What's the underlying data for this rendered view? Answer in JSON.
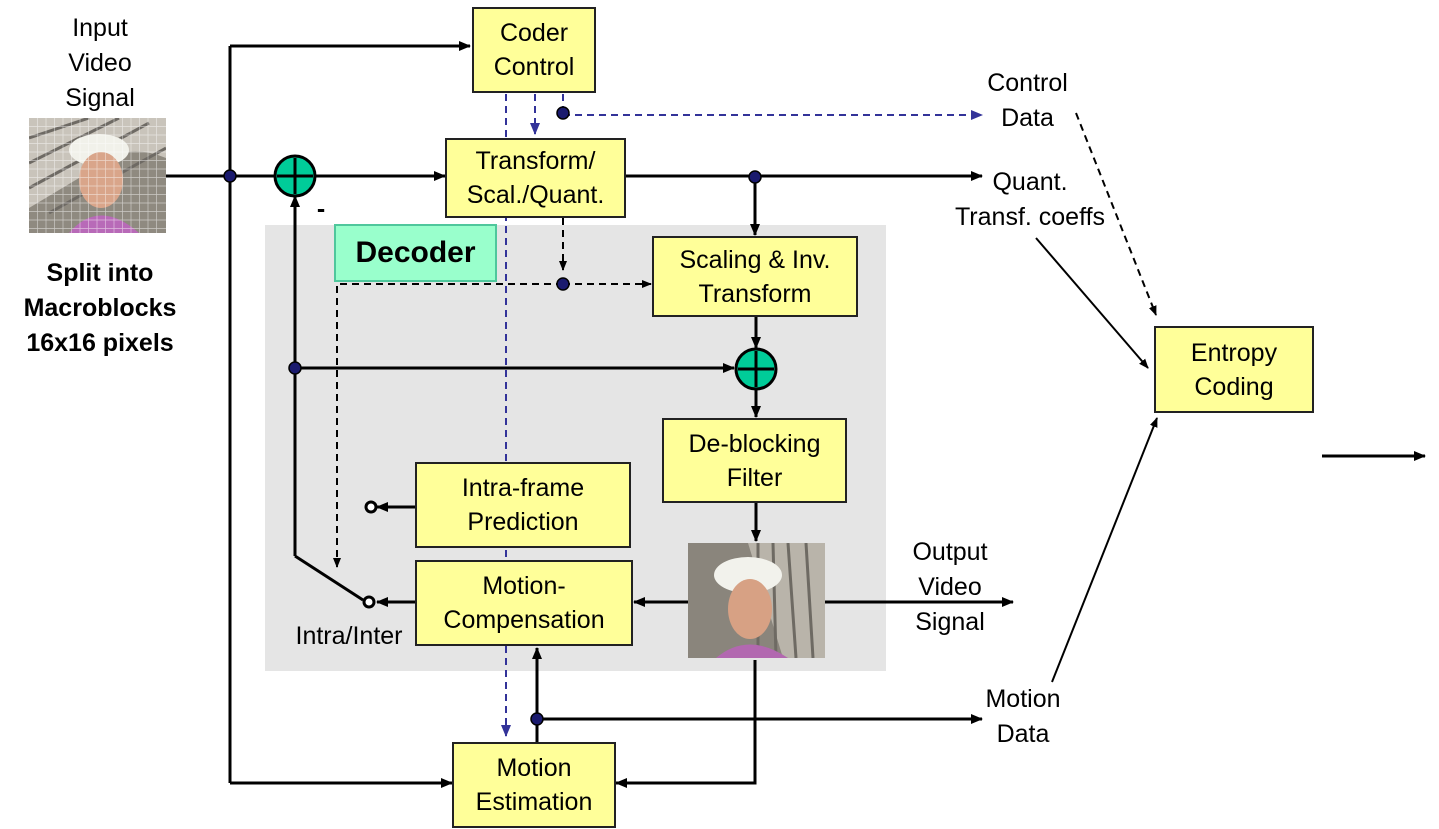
{
  "input_label": [
    "Input",
    "Video",
    "Signal"
  ],
  "split_label": [
    "Split into",
    "Macroblocks",
    "16x16 pixels"
  ],
  "minus_sign": "-",
  "decoder_label": "Decoder",
  "blocks": {
    "coder_control": [
      "Coder",
      "Control"
    ],
    "transform": [
      "Transform/",
      "Scal./Quant."
    ],
    "scaling": [
      "Scaling & Inv.",
      "Transform"
    ],
    "deblocking": [
      "De-blocking",
      "Filter"
    ],
    "intra_pred": [
      "Intra-frame",
      "Prediction"
    ],
    "motion_comp": [
      "Motion-",
      "Compensation"
    ],
    "motion_est": [
      "Motion",
      "Estimation"
    ],
    "entropy": [
      "Entropy",
      "Coding"
    ]
  },
  "outputs": {
    "control_data": [
      "Control",
      "Data"
    ],
    "quant_coeffs": [
      "Quant.",
      "Transf. coeffs"
    ],
    "output_video": [
      "Output",
      "Video",
      "Signal"
    ],
    "motion_data": [
      "Motion",
      "Data"
    ]
  },
  "switch_label": "Intra/Inter",
  "colors": {
    "block_fill": "#ffff99",
    "adder_fill": "#00cc99",
    "junction_fill": "#1a1a6e",
    "decoder_bg": "#e5e5e5",
    "decoder_label_fill": "#99ffcc",
    "control_dash": "#333399"
  }
}
